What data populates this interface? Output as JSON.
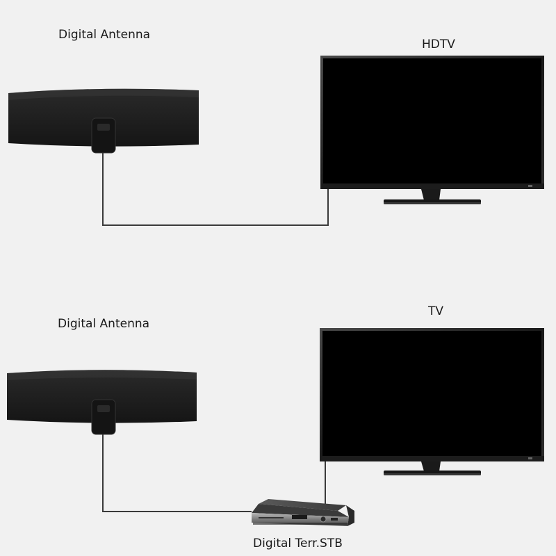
{
  "labels": {
    "antenna_top": "Digital Antenna",
    "hdtv": "HDTV",
    "antenna_bottom": "Digital Antenna",
    "tv": "TV",
    "set_top_box": "Digital Terr.STB"
  },
  "colors": {
    "background": "#f1f1f1",
    "device_body": "#1e1e1e",
    "screen": "#000000",
    "cable": "#3a3a3a"
  }
}
